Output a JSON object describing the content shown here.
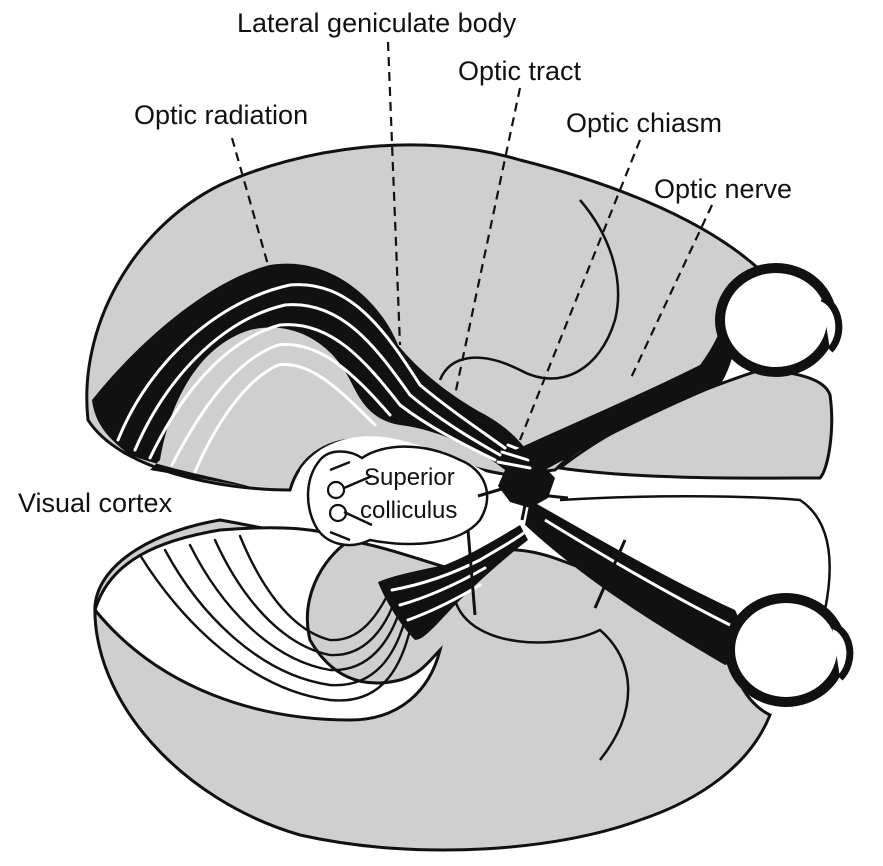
{
  "labels": {
    "lateral_geniculate_body": "Lateral geniculate body",
    "optic_tract": "Optic tract",
    "optic_radiation": "Optic radiation",
    "optic_chiasm": "Optic chiasm",
    "optic_nerve": "Optic nerve",
    "visual_cortex": "Visual cortex",
    "superior_colliculus_line1": "Superior",
    "superior_colliculus_line2": "colliculus"
  },
  "colors": {
    "brain_fill": "#cfcfcf",
    "ink": "#111111",
    "background": "#ffffff"
  }
}
